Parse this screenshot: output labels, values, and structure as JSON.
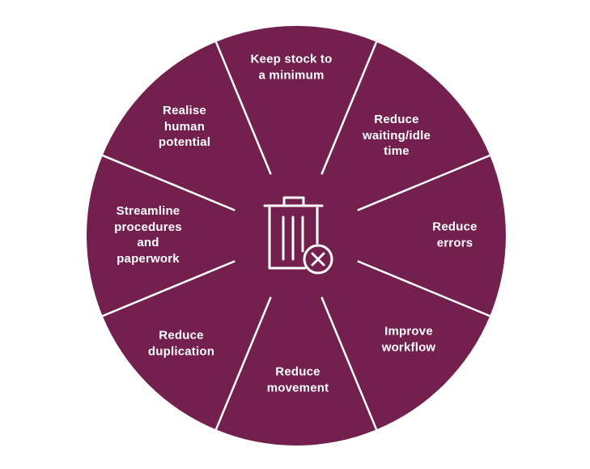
{
  "colors": {
    "fill": "#73204f",
    "line": "#ffffff",
    "text": "#ffffff"
  },
  "center_icon": "trash-with-x-icon",
  "segments": [
    {
      "label": "Keep stock to\na minimum"
    },
    {
      "label": "Reduce\nwaiting/idle\ntime"
    },
    {
      "label": "Reduce\nerrors"
    },
    {
      "label": "Improve\nworkflow"
    },
    {
      "label": "Reduce\nmovement"
    },
    {
      "label": "Reduce\nduplication"
    },
    {
      "label": "Streamline\nprocedures\nand\npaperwork"
    },
    {
      "label": "Realise\nhuman\npotential"
    }
  ]
}
